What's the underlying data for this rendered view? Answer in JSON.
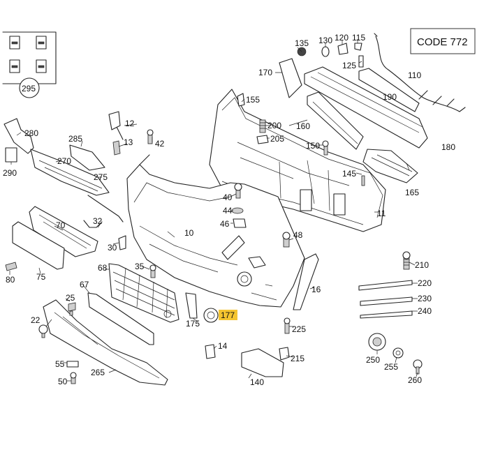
{
  "code_box": {
    "text": "CODE 772"
  },
  "highlight": {
    "part": "177",
    "color": "#f4c430"
  },
  "parts": {
    "p10": "10",
    "p11": "11",
    "p12": "12",
    "p13": "13",
    "p14": "14",
    "p16": "16",
    "p22": "22",
    "p25": "25",
    "p30": "30",
    "p32": "32",
    "p35": "35",
    "p40": "40",
    "p42": "42",
    "p44": "44",
    "p46": "46",
    "p48": "48",
    "p50": "50",
    "p55": "55",
    "p67": "67",
    "p68": "68",
    "p70": "70",
    "p75": "75",
    "p80": "80",
    "p110": "110",
    "p115": "115",
    "p120": "120",
    "p125": "125",
    "p130": "130",
    "p135": "135",
    "p140": "140",
    "p145": "145",
    "p150": "150",
    "p155": "155",
    "p160": "160",
    "p165": "165",
    "p170": "170",
    "p175": "175",
    "p177": "177",
    "p180": "180",
    "p190": "190",
    "p200": "200",
    "p205": "205",
    "p210": "210",
    "p215": "215",
    "p220": "220",
    "p225": "225",
    "p230": "230",
    "p240": "240",
    "p250": "250",
    "p255": "255",
    "p260": "260",
    "p265": "265",
    "p270": "270",
    "p275": "275",
    "p280": "280",
    "p285": "285",
    "p290": "290",
    "p295": "295"
  }
}
